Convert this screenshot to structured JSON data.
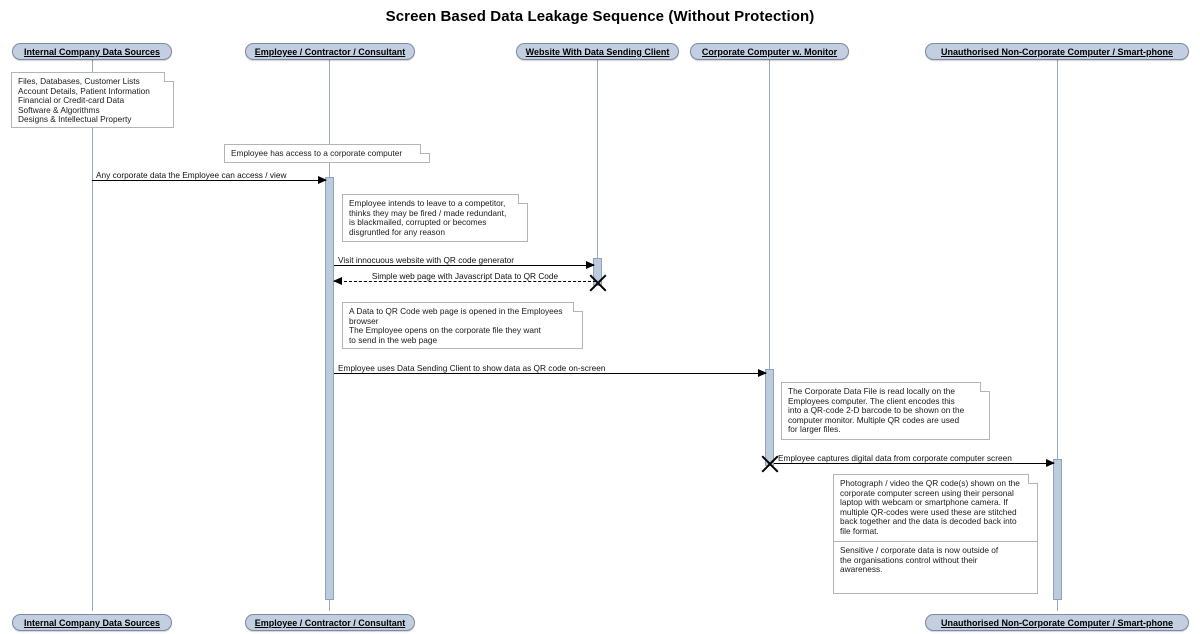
{
  "title": "Screen Based Data Leakage Sequence (Without Protection)",
  "actors": [
    {
      "id": "sources",
      "label": "Internal Company Data Sources"
    },
    {
      "id": "employee",
      "label": "Employee / Contractor / Consultant"
    },
    {
      "id": "website",
      "label": "Website With Data Sending Client"
    },
    {
      "id": "corpcomp",
      "label": "Corporate Computer w. Monitor"
    },
    {
      "id": "unauth",
      "label": "Unauthorised Non-Corporate Computer / Smart-phone"
    }
  ],
  "notes": [
    {
      "id": "note-data-sources",
      "text": "Files, Databases, Customer Lists\nAccount Details, Patient Information\nFinancial or Credit-card Data\nSoftware & Algorithms\nDesigns & Intellectual Property"
    },
    {
      "id": "note-employee-access",
      "text": "Employee has access to a corporate computer"
    },
    {
      "id": "note-employee-motive",
      "text": "Employee intends to leave to a competitor,\nthinks they may be fired / made redundant,\nis blackmailed, corrupted or becomes\ndisgruntled for any reason"
    },
    {
      "id": "note-webpage-opened",
      "text": "A Data to QR Code web page is opened in the Employees\nbrowser\nThe Employee opens on the corporate file they want\nto send in the web page"
    },
    {
      "id": "note-qr-encoding",
      "text": "The Corporate Data File is read locally on the\nEmployees computer. The client encodes this\ninto a QR-code 2-D barcode to be shown on the\ncomputer monitor.  Multiple QR codes are used\nfor larger files."
    },
    {
      "id": "note-capture",
      "text": "Photograph / video the QR code(s) shown on the\ncorporate computer screen using their personal\nlaptop with webcam or smartphone camera.  If\nmultiple QR-codes were used these are stitched\nback together and the data is decoded back into\nfile format."
    },
    {
      "id": "note-outcome",
      "text": "Sensitive / corporate data is now outside of\nthe organisations control without their\nawareness."
    }
  ],
  "messages": [
    {
      "id": "msg-any-corporate-data",
      "label": "Any corporate data the Employee can access / view",
      "style": "solid",
      "direction": "right"
    },
    {
      "id": "msg-visit-website",
      "label": "Visit innocuous website with QR code generator",
      "style": "solid",
      "direction": "right"
    },
    {
      "id": "msg-simple-web-page",
      "label": "Simple web page with Javascript Data to QR Code",
      "style": "dashed",
      "direction": "left"
    },
    {
      "id": "msg-show-qr-onscreen",
      "label": "Employee uses Data Sending Client to show data as QR code on-screen",
      "style": "solid",
      "direction": "right"
    },
    {
      "id": "msg-capture-screen",
      "label": "Employee captures digital data from corporate computer screen",
      "style": "solid",
      "direction": "right"
    }
  ],
  "footer_actors": [
    {
      "id": "sources",
      "label": "Internal Company Data Sources"
    },
    {
      "id": "employee",
      "label": "Employee / Contractor / Consultant"
    },
    {
      "id": "unauth",
      "label": "Unauthorised Non-Corporate Computer / Smart-phone"
    }
  ],
  "markers": [
    {
      "id": "destroy-website"
    },
    {
      "id": "destroy-corporate-computer"
    }
  ],
  "colors": {
    "actor_fill": "#c3cfe0",
    "actor_border": "#7b8ba3",
    "activation_fill": "#bcccdd",
    "lifeline": "#9aa8ba",
    "note_border": "#b4b4b4",
    "line": "#000000"
  }
}
